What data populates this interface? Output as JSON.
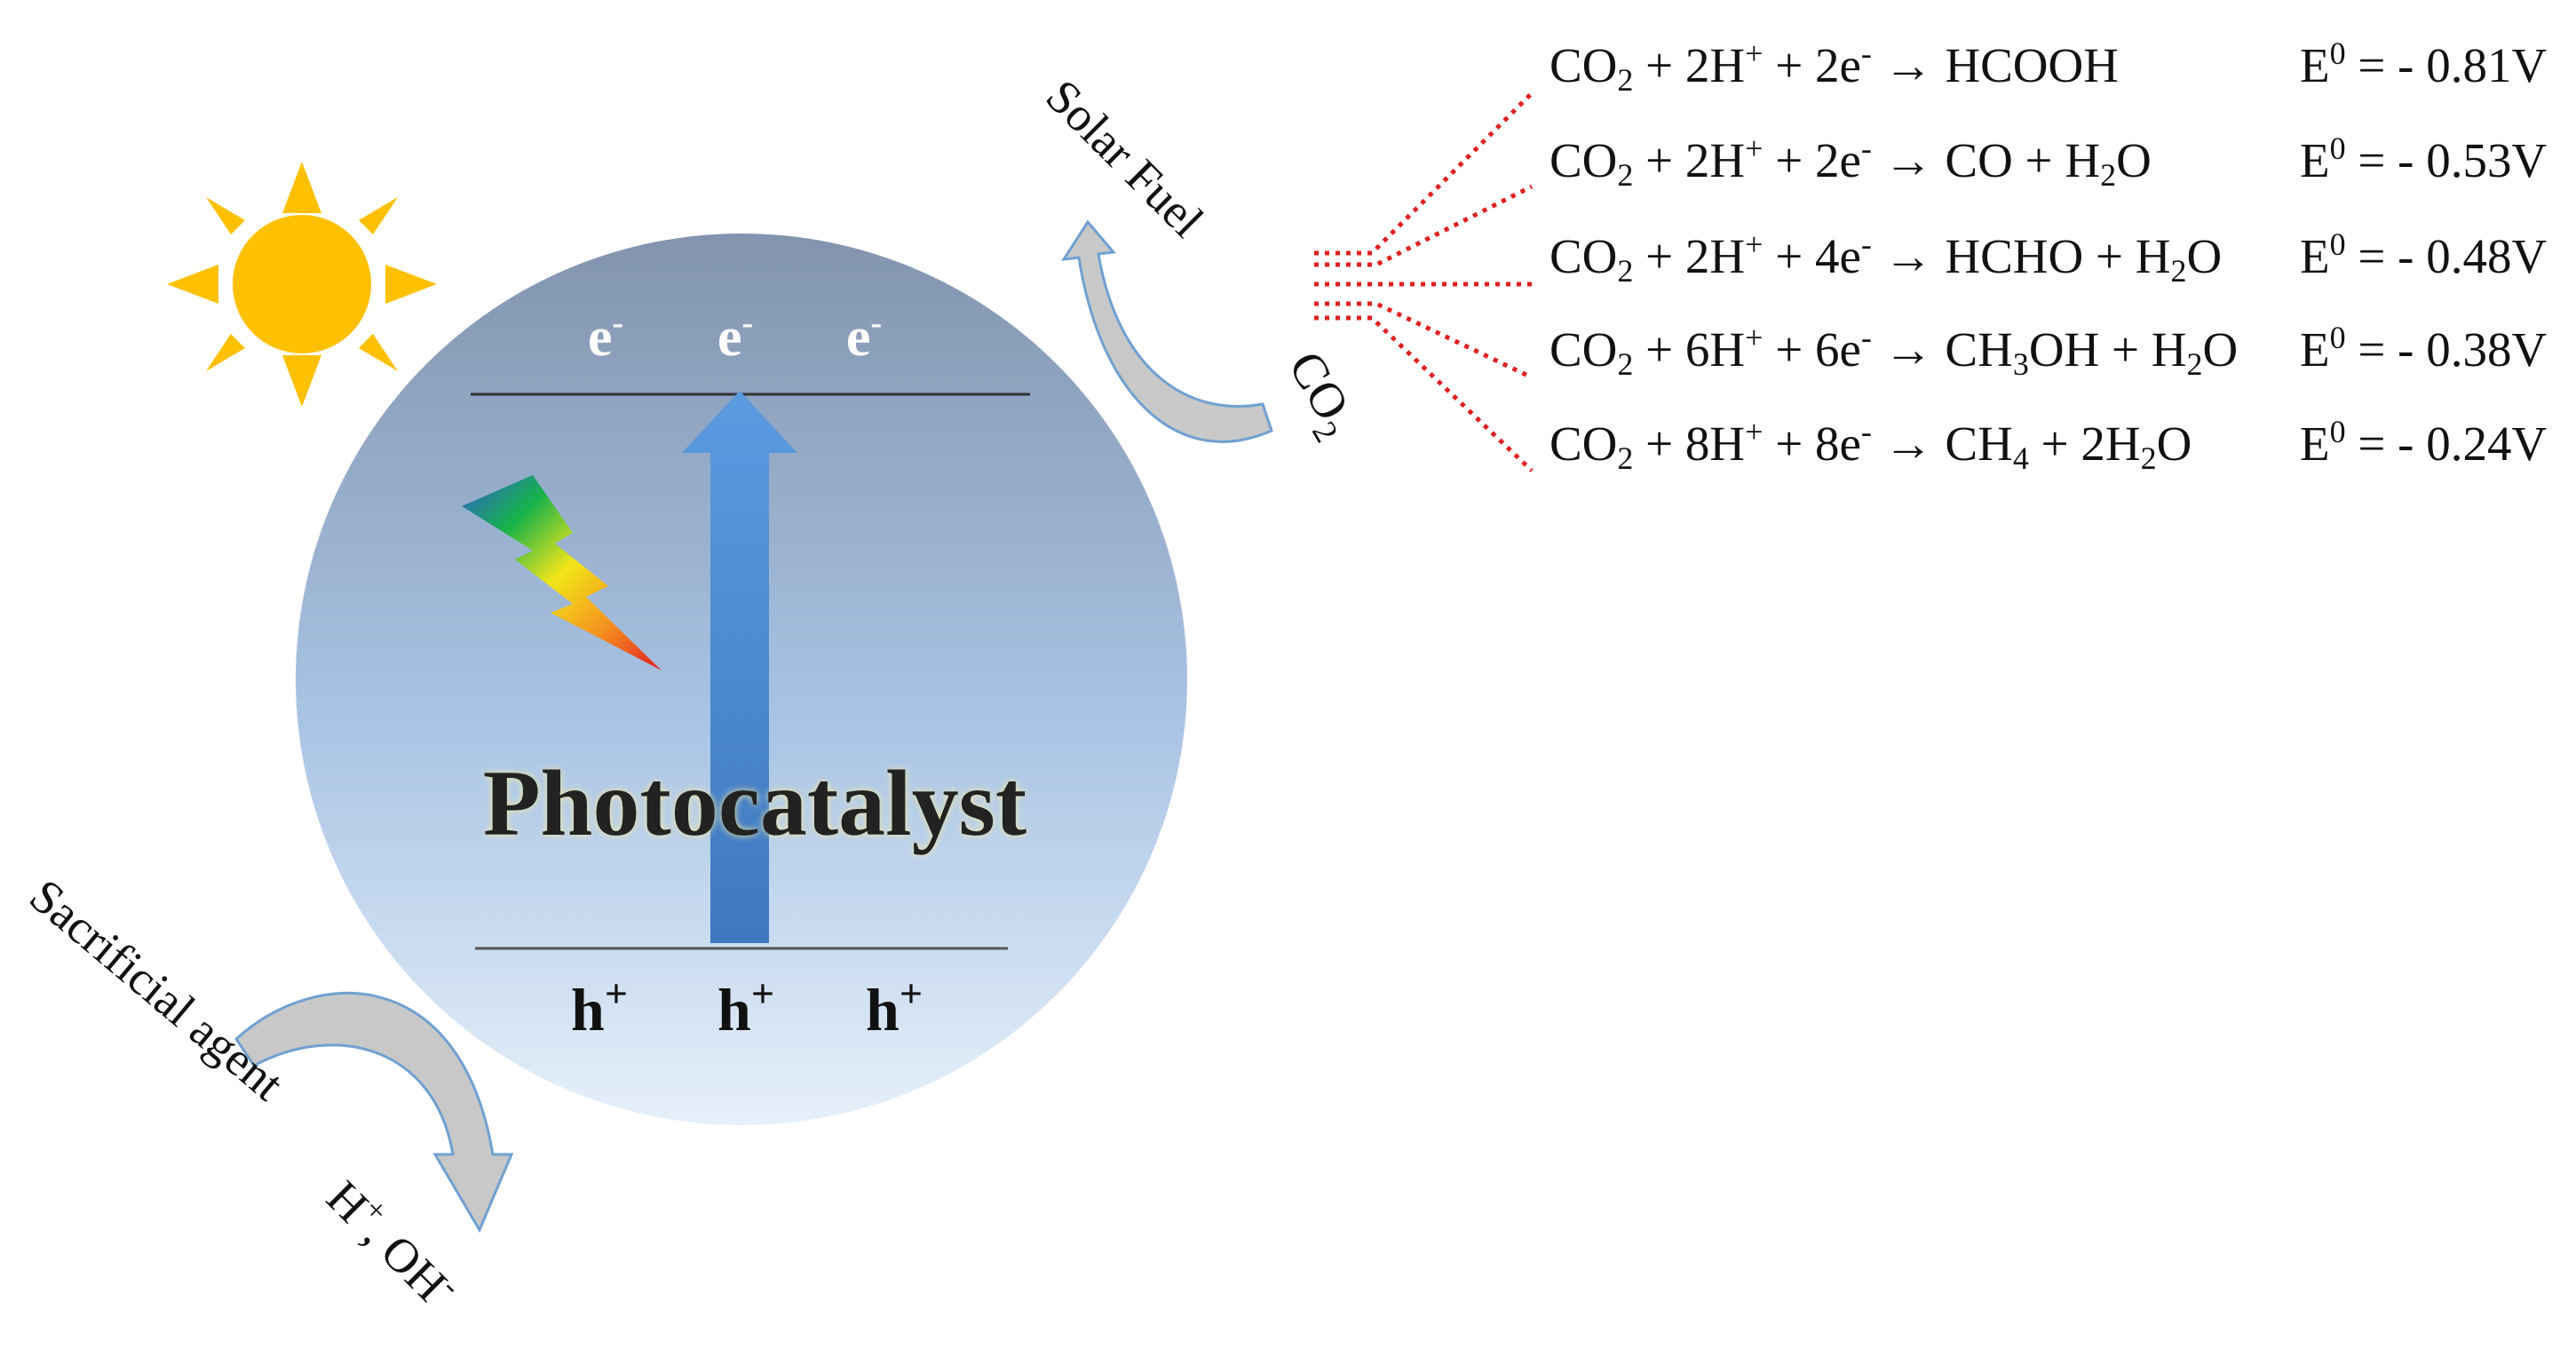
{
  "catalyst": {
    "name": "Photocatalyst",
    "electron": "e",
    "electron_charge": "-",
    "hole": "h",
    "hole_charge": "+"
  },
  "labels": {
    "solar_fuel": "Solar Fuel",
    "co2_main": "CO",
    "co2_sub": "2",
    "sacrificial_agent": "Sacrificial agent",
    "products_h": "H",
    "products_h_sup": "+",
    "products_rest": ", OH",
    "products_oh_sup": "-"
  },
  "reactions": [
    {
      "lhs": "CO<sub>2</sub> + 2H<sup>+</sup> + 2e<sup>-</sup> → HCOOH",
      "potential": "E<sup>0</sup> = - 0.81V"
    },
    {
      "lhs": "CO<sub>2</sub> + 2H<sup>+</sup> + 2e<sup>-</sup> → CO + H<sub>2</sub>O",
      "potential": "E<sup>0</sup> = - 0.53V"
    },
    {
      "lhs": "CO<sub>2</sub> + 2H<sup>+</sup> + 4e<sup>-</sup> → HCHO + H<sub>2</sub>O",
      "potential": "E<sup>0</sup> = - 0.48V"
    },
    {
      "lhs": "CO<sub>2</sub> + 6H<sup>+</sup> + 6e<sup>-</sup> → CH<sub>3</sub>OH + H<sub>2</sub>O",
      "potential": "E<sup>0</sup> = - 0.38V"
    },
    {
      "lhs": "CO<sub>2</sub> + 8H<sup>+</sup> + 8e<sup>-</sup> → CH<sub>4</sub> + 2H<sub>2</sub>O",
      "potential": "E<sup>0</sup> = - 0.24V"
    }
  ],
  "colors": {
    "sun": "#FFC000",
    "sphere_top": "#8496B0",
    "sphere_bottom": "#DDEBF7",
    "arrow": "#4F8FD6",
    "dotted_lines": "#E02020"
  }
}
